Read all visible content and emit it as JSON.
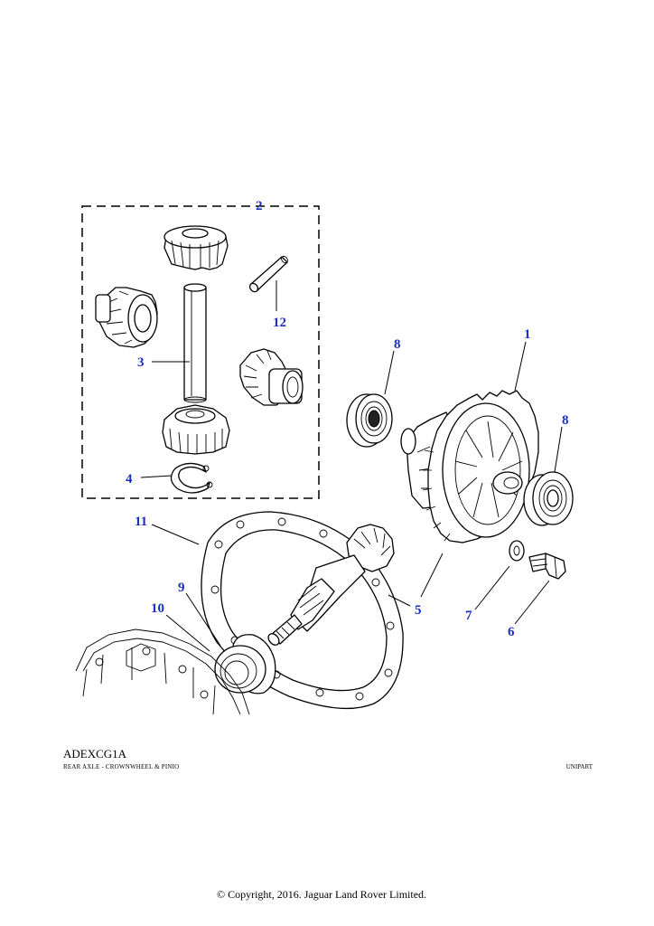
{
  "diagram": {
    "code": "ADEXCG1A",
    "subtitle": "REAR AXLE - CROWNWHEEL & PINIO",
    "brand": "UNIPART",
    "copyright": "© Copyright, 2016. Jaguar Land Rover Limited."
  },
  "callouts": {
    "c1": "1",
    "c2": "2",
    "c3": "3",
    "c4": "4",
    "c5": "5",
    "c6": "6",
    "c7": "7",
    "c8a": "8",
    "c8b": "8",
    "c9": "9",
    "c10": "10",
    "c11": "11",
    "c12": "12"
  },
  "colors": {
    "callout": "#1a2fc4",
    "line": "#000000",
    "background": "#ffffff"
  }
}
